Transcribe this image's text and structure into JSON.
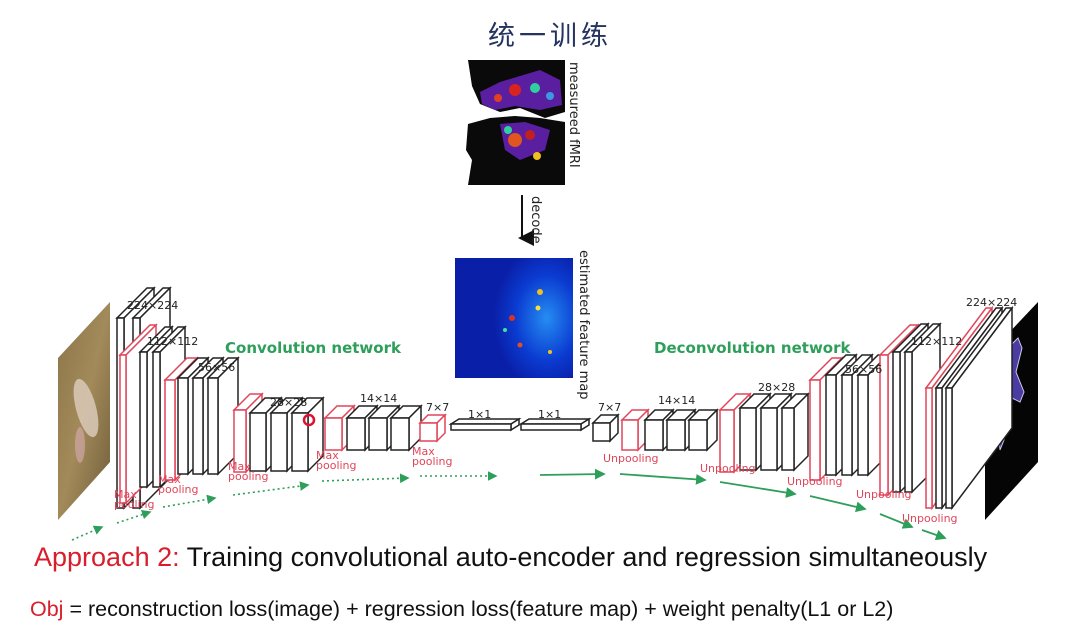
{
  "slide": {
    "title": "统一训练",
    "approach_prefix": "Approach 2:",
    "approach_text": " Training convolutional auto-encoder and regression simultaneously",
    "obj_prefix": "Obj",
    "obj_text": " = reconstruction loss(image) + regression loss(feature map) + weight penalty(L1 or L2)"
  },
  "colors": {
    "accent_red": "#d81e2c",
    "title_navy": "#24335f",
    "network_green": "#2e9e5b",
    "pool_red": "#e0465a",
    "block_black": "#222222"
  },
  "figure": {
    "fmri_label": "measureed fMRI",
    "decode_label": "decode",
    "feature_map_label": "estimated feature map",
    "encoder_title": "Convolution network",
    "decoder_title": "Deconvolution network",
    "encoder_sizes": [
      "224×224",
      "112×112",
      "56×56",
      "28×28",
      "14×14",
      "7×7"
    ],
    "fc_sizes": [
      "1×1",
      "1×1"
    ],
    "decoder_sizes": [
      "7×7",
      "14×14",
      "28×28",
      "56×56",
      "112×112",
      "224×224"
    ],
    "pool_label_line1": "Max",
    "pool_label_line2": "pooling",
    "unpool_label": "Unpooling"
  }
}
